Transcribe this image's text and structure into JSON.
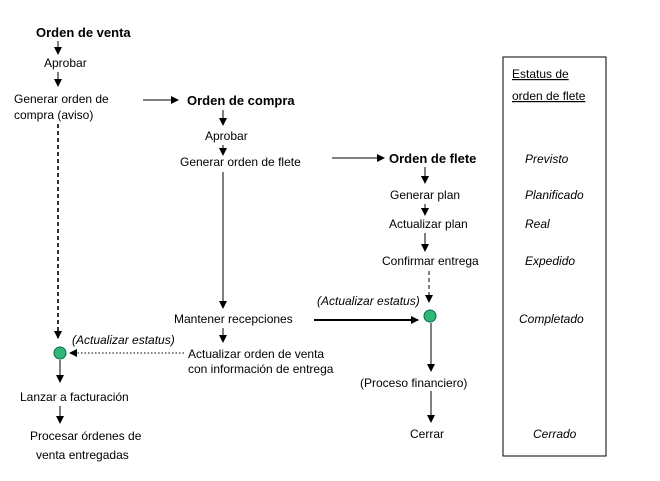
{
  "nodes": {
    "orden_venta": "Orden de venta",
    "aprobar_1": "Aprobar",
    "generar_oc_1": "Generar orden de",
    "generar_oc_2": "compra (aviso)",
    "orden_compra": "Orden de compra",
    "aprobar_2": "Aprobar",
    "generar_of": "Generar orden de flete",
    "orden_flete": "Orden de flete",
    "generar_plan": "Generar plan",
    "actualizar_plan": "Actualizar plan",
    "confirmar_entrega": "Confirmar entrega",
    "mantener_recepciones": "Mantener recepciones",
    "actualizar_ov_1": "Actualizar orden de venta",
    "actualizar_ov_2": "con información de entrega",
    "lanzar_facturacion": "Lanzar a facturación",
    "procesar_1": "Procesar órdenes de",
    "procesar_2": "venta entregadas",
    "proceso_financiero": "(Proceso financiero)",
    "cerrar": "Cerrar",
    "actualizar_estatus_a": "(Actualizar estatus)",
    "actualizar_estatus_b": "(Actualizar estatus)"
  },
  "status_panel": {
    "title_1": "Estatus de",
    "title_2": "orden de flete",
    "items": [
      "Previsto",
      "Planificado",
      "Real",
      "Expedido",
      "Completado",
      "Cerrado"
    ]
  },
  "colors": {
    "status_dot": "#2db87a",
    "stroke": "#000000"
  }
}
